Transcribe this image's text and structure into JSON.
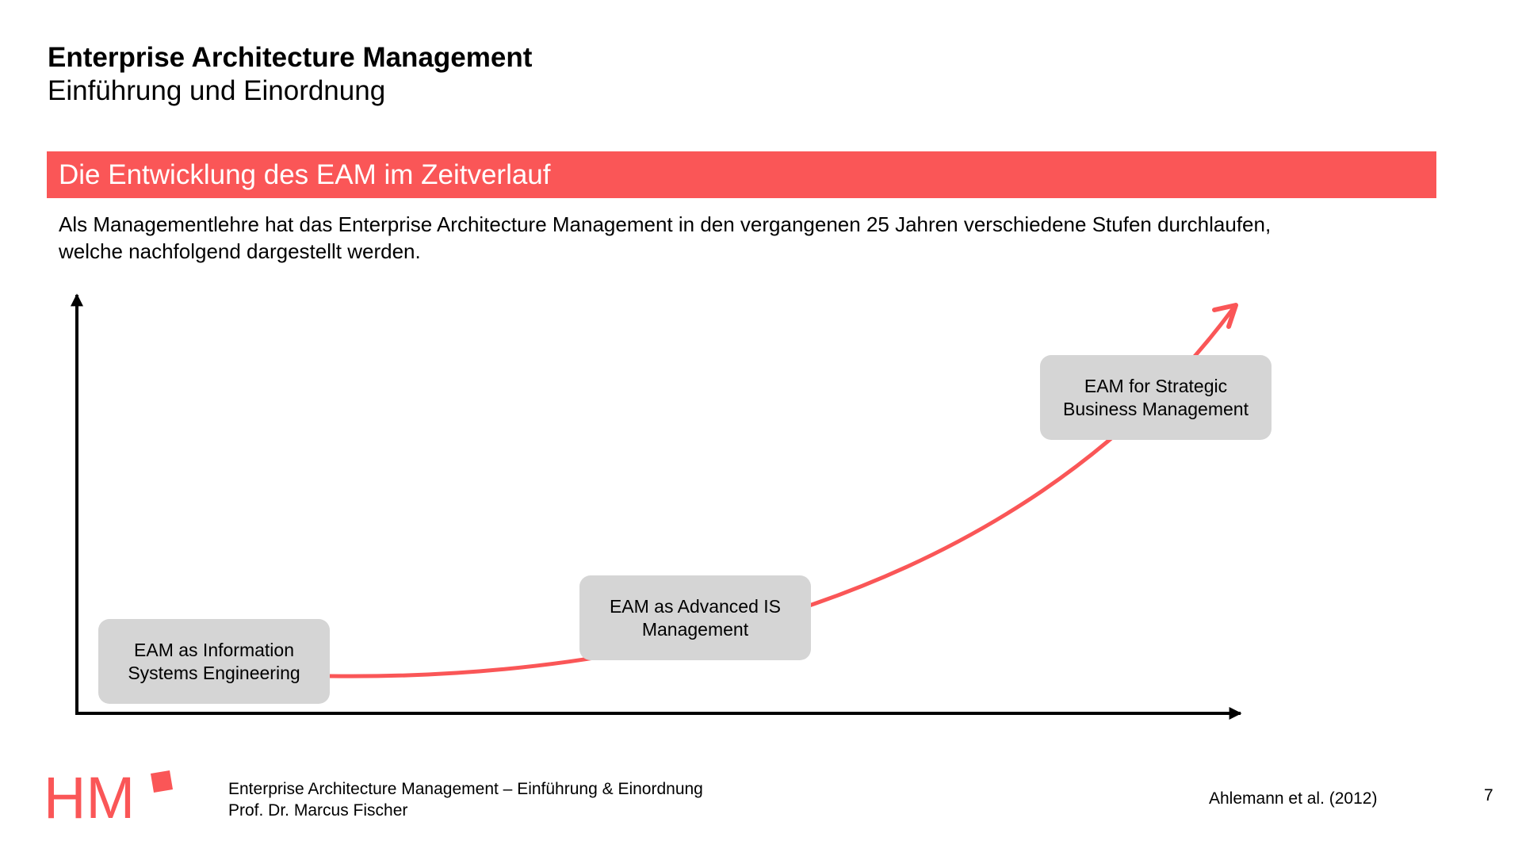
{
  "header": {
    "title": "Enterprise Architecture Management",
    "subtitle": "Einführung und Einordnung"
  },
  "section": {
    "title": "Die Entwicklung des EAM im Zeitverlauf"
  },
  "intro": {
    "line1": "Als Managementlehre hat das Enterprise Architecture Management in den vergangenen 25 Jahren verschiedene Stufen durchlaufen,",
    "line2": "welche nachfolgend dargestellt werden."
  },
  "stages": [
    {
      "line1": "EAM as Information",
      "line2": "Systems Engineering"
    },
    {
      "line1": "EAM as Advanced IS",
      "line2": "Management"
    },
    {
      "line1": "EAM for Strategic",
      "line2": "Business Management"
    }
  ],
  "footer": {
    "course": "Enterprise Architecture Management – Einführung & Einordnung",
    "author": "Prof. Dr. Marcus Fischer",
    "source": "Ahlemann et al. (2012)",
    "page": "7"
  },
  "logo": {
    "text": "HM"
  },
  "colors": {
    "accent": "#fa5657",
    "box": "#d5d5d5",
    "axis": "#000000"
  }
}
